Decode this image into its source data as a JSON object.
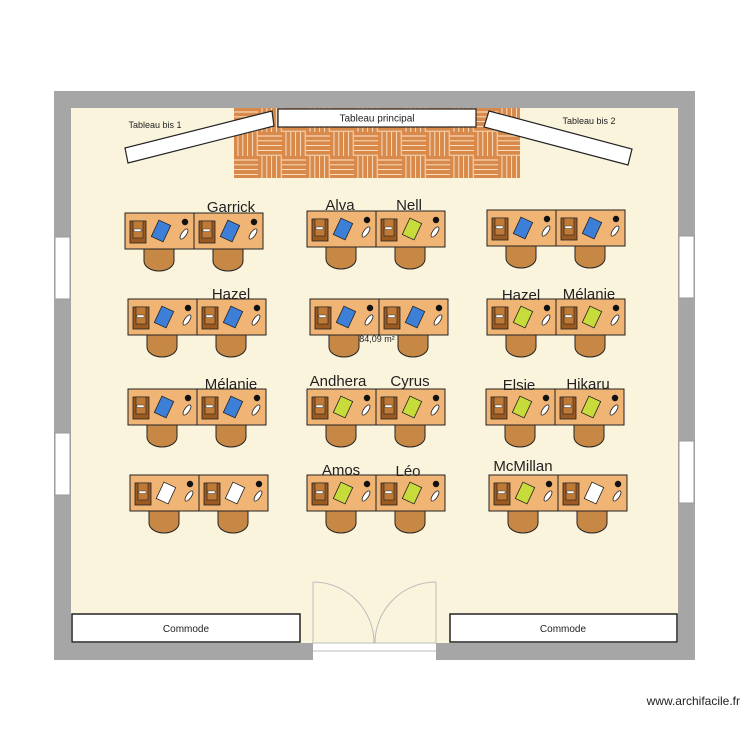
{
  "room": {
    "area": "84,09 m²",
    "boards": {
      "main": "Tableau principal",
      "bis1": "Tableau bis 1",
      "bis2": "Tableau bis 2"
    },
    "commodes": [
      "Commode",
      "Commode"
    ]
  },
  "desk_groups": [
    {
      "names": [
        "Garrick"
      ],
      "sheets": [
        "blue",
        "blue"
      ]
    },
    {
      "names": [
        "Alva",
        "Nell"
      ],
      "sheets": [
        "blue",
        "green"
      ]
    },
    {
      "names": [],
      "sheets": [
        "blue",
        "blue"
      ]
    },
    {
      "names": [
        "Hazel"
      ],
      "sheets": [
        "blue",
        "blue"
      ]
    },
    {
      "names": [],
      "sheets": [
        "blue",
        "blue"
      ]
    },
    {
      "names": [
        "Hazel",
        "Mélanie"
      ],
      "sheets": [
        "green",
        "green"
      ]
    },
    {
      "names": [
        "Mélanie"
      ],
      "sheets": [
        "blue",
        "blue"
      ]
    },
    {
      "names": [
        "Andhera",
        "Cyrus"
      ],
      "sheets": [
        "green",
        "green"
      ]
    },
    {
      "names": [
        "Elsie",
        "Hikaru"
      ],
      "sheets": [
        "green",
        "green"
      ]
    },
    {
      "names": [],
      "sheets": [
        "white",
        "white"
      ]
    },
    {
      "names": [
        "Amos",
        "Léo"
      ],
      "sheets": [
        "green",
        "green"
      ]
    },
    {
      "names": [
        "McMillan"
      ],
      "sheets": [
        "green",
        "white"
      ]
    }
  ],
  "colors": {
    "wall": "#a6a6a6",
    "floor": "#fbf4dd",
    "desk": "#f0b474",
    "chair": "#c88845",
    "book": "#9a5a22",
    "parquet": "#d98a4a",
    "sheet_blue": "#3d7fd6",
    "sheet_green": "#c7dc3a",
    "sheet_white": "#ffffff"
  },
  "watermark": "www.archifacile.fr"
}
